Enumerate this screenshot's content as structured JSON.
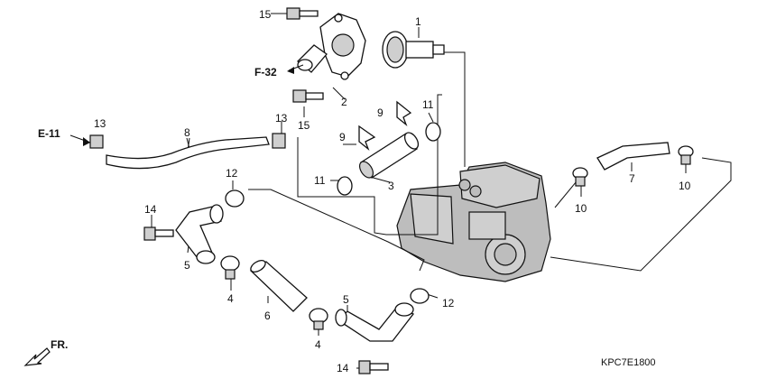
{
  "callouts": {
    "p1": "1",
    "p2": "2",
    "p3": "3",
    "p4a": "4",
    "p4b": "4",
    "p5a": "5",
    "p5b": "5",
    "p6": "6",
    "p7": "7",
    "p8": "8",
    "p9a": "9",
    "p9b": "9",
    "p10a": "10",
    "p10b": "10",
    "p11a": "11",
    "p11b": "11",
    "p12a": "12",
    "p12b": "12",
    "p13a": "13",
    "p13b": "13",
    "p14a": "14",
    "p14b": "14",
    "p15a": "15",
    "p15b": "15"
  },
  "refs": {
    "f32": "F-32",
    "e11": "E-11"
  },
  "direction": "FR.",
  "diagram_code": "KPC7E1800"
}
